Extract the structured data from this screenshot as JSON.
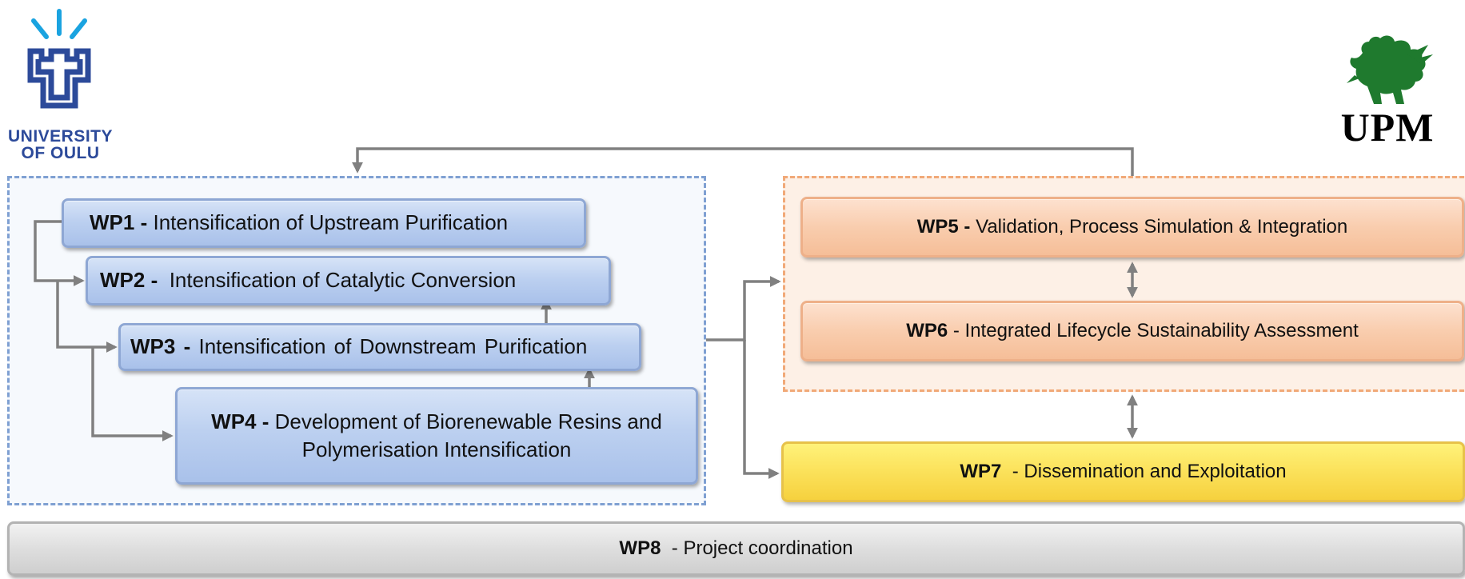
{
  "logos": {
    "oulu": {
      "line1": "UNIVERSITY",
      "line2": "OF OULU",
      "color": "#2c4a9a",
      "accent": "#1aa3e0"
    },
    "upm": {
      "text": "UPM",
      "color": "#1f7a2e"
    }
  },
  "work_packages": {
    "wp1": {
      "code": "WP1 -",
      "title": "Intensification of Upstream Purification"
    },
    "wp2": {
      "code": "WP2 -",
      "title": "Intensification of Catalytic Conversion"
    },
    "wp3": {
      "code": "WP3 -",
      "title": "Intensification of Downstream Purification"
    },
    "wp4": {
      "code": "WP4 -",
      "title": "Development of Biorenewable Resins and Polymerisation Intensification"
    },
    "wp5": {
      "code": "WP5 -",
      "title": "Validation, Process Simulation & Integration"
    },
    "wp6": {
      "code": "WP6",
      "title": "- Integrated Lifecycle Sustainability Assessment"
    },
    "wp7": {
      "code": "WP7",
      "title": "- Dissemination and Exploitation"
    },
    "wp8": {
      "code": "WP8",
      "title": "- Project coordination"
    }
  },
  "colors": {
    "blue_group_border": "#7fa0d2",
    "orange_group_border": "#f1a978",
    "connector": "#808080"
  }
}
